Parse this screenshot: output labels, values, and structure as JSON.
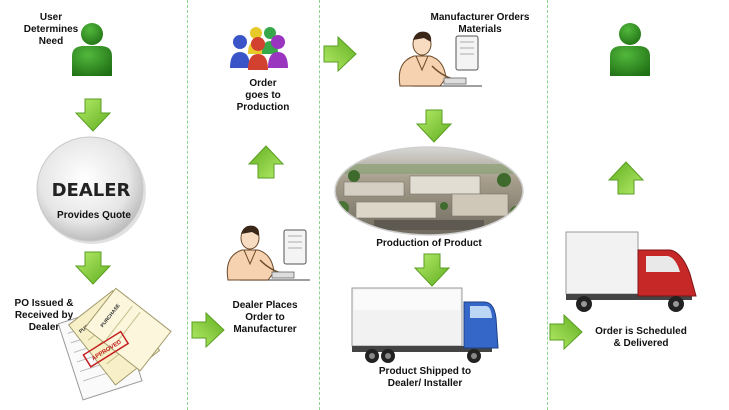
{
  "colors": {
    "arrow_fill": "#7fce2f",
    "arrow_dark": "#4f9a19",
    "person_green": "#2f8f1f",
    "divider": "#8fd18f",
    "truck_red": "#c62828",
    "truck_blue": "#3567c8"
  },
  "icons": {
    "user": "person-silhouette-icon",
    "team": "team-people-icon",
    "worker": "desk-worker-icon",
    "dealer": "dealer-chip-icon",
    "paperwork": "purchase-order-papers-icon",
    "factory": "factory-aerial-photo",
    "truck": "delivery-truck-icon",
    "arrow": "green-arrow-icon"
  },
  "steps": {
    "user_need": "User\nDetermines\nNeed",
    "dealer_chip": "DEALER",
    "provides_quote": "Provides Quote",
    "po_issued": "PO Issued &\nReceived by\nDealer",
    "dealer_places": "Dealer Places\nOrder to\nManufacturer",
    "order_production": "Order\ngoes to\nProduction",
    "manufacturer_orders": "Manufacturer Orders\nMaterials",
    "production_product": "Production of Product",
    "product_shipped": "Product Shipped to\nDealer/ Installer",
    "order_delivered": "Order is Scheduled\n& Delivered"
  },
  "paperwork": {
    "stamp": "APPROVED",
    "sheet_a": "PURCHASE ORDER",
    "sheet_b": "PURCHASE"
  }
}
